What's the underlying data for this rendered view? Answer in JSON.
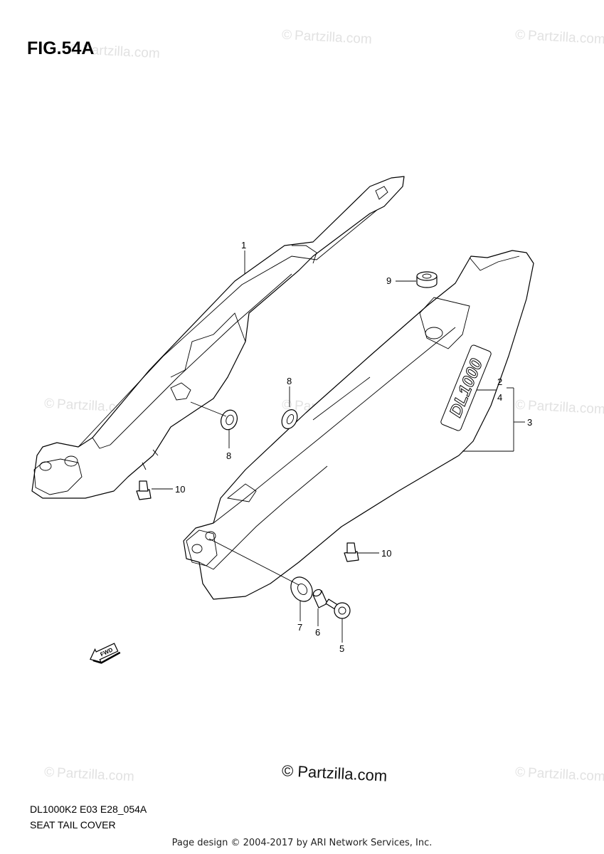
{
  "figure": {
    "title": "FIG.54A",
    "model_code": "DL1000K2 E03 E28_054A",
    "section_name": "SEAT TAIL COVER",
    "decal_text": "DL1000",
    "fwd_label": "FWD"
  },
  "callouts": [
    "1",
    "2",
    "4",
    "3",
    "9",
    "8",
    "8",
    "10",
    "10",
    "7",
    "6",
    "5"
  ],
  "watermark": {
    "symbol": "©",
    "text": "Partzilla.com"
  },
  "brand_watermark": "© Partzilla.com",
  "footer": "Page design © 2004-2017 by ARI Network Services, Inc."
}
